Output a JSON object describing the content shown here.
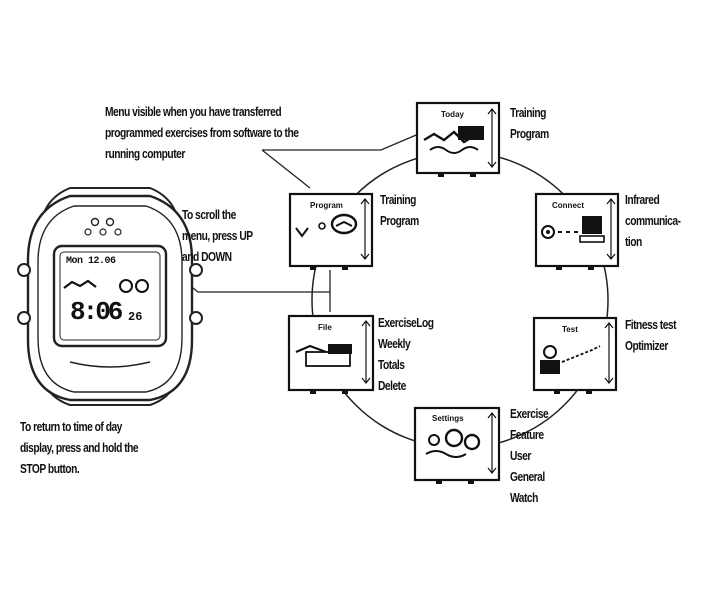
{
  "watch": {
    "date_text": "Mon 12.06",
    "time_text": "8:06",
    "seconds_text": "26"
  },
  "notes": {
    "menu_visible": [
      "Menu visible when you have transferred",
      "programmed exercises from software to the",
      "running computer"
    ],
    "scroll": [
      "To scroll the",
      "menu, press UP",
      "and DOWN"
    ],
    "return": [
      "To return to time of day",
      "display, press and hold the",
      "STOP button."
    ]
  },
  "menus": [
    {
      "id": "today",
      "screen_title": "Today",
      "labels": [
        "Training",
        "Program"
      ]
    },
    {
      "id": "connect",
      "screen_title": "Connect",
      "labels": [
        "Infrared",
        "communica-",
        "tion"
      ]
    },
    {
      "id": "test",
      "screen_title": "Test",
      "labels": [
        "Fitness test",
        "Optimizer"
      ]
    },
    {
      "id": "settings",
      "screen_title": "Settings",
      "labels": [
        "Exercise",
        "Feature",
        "User",
        "General",
        "Watch"
      ]
    },
    {
      "id": "file",
      "screen_title": "File",
      "labels": [
        "ExerciseLog",
        "Weekly",
        "Totals",
        "Delete"
      ]
    },
    {
      "id": "program",
      "screen_title": "Program",
      "labels": [
        "Training",
        "Program"
      ]
    }
  ]
}
